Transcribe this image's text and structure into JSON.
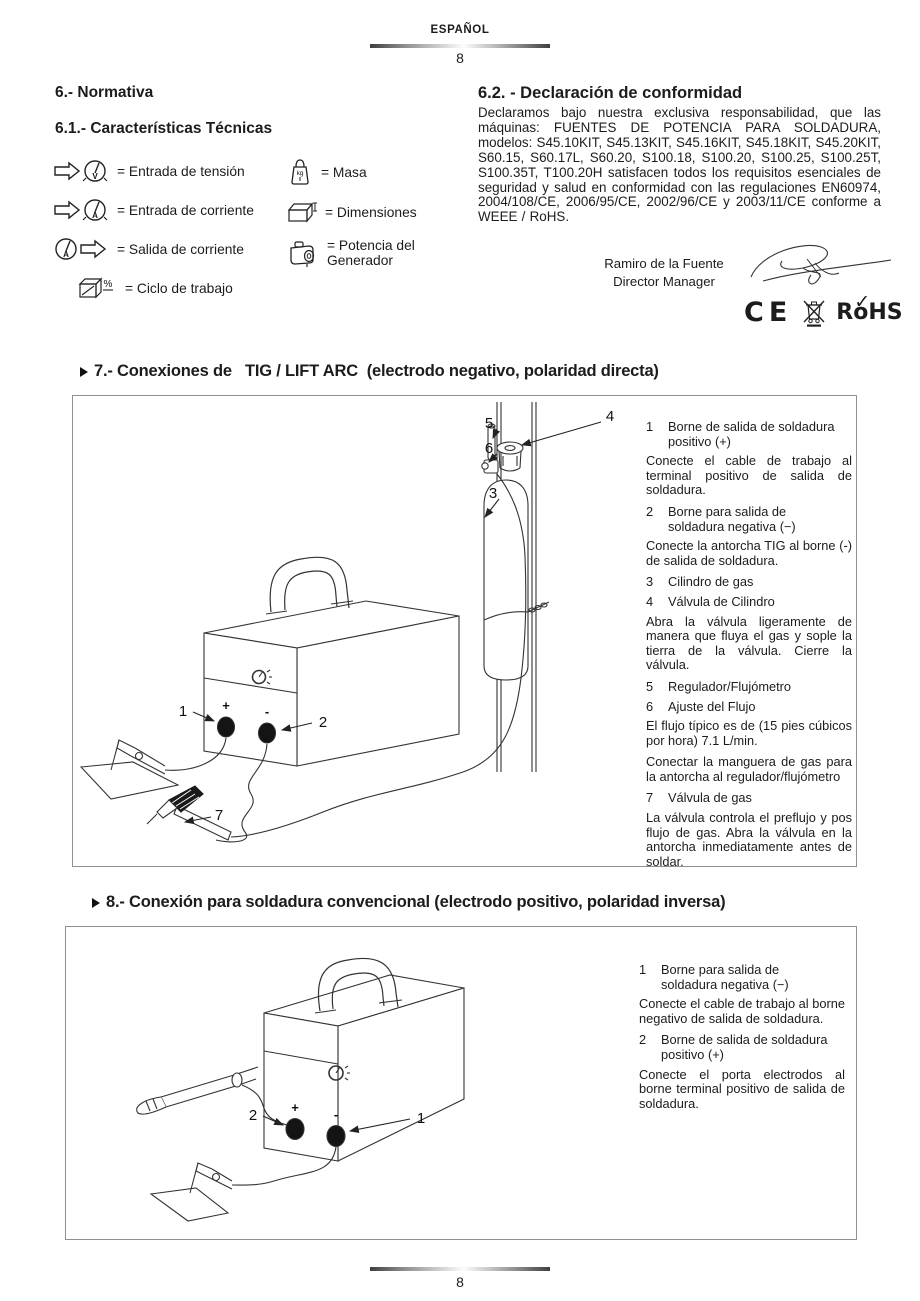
{
  "header": {
    "lang": "ESPAÑOL",
    "page_number": "8"
  },
  "footer": {
    "page_number": "8"
  },
  "normativa": {
    "title": "6.- Normativa",
    "subtitle": "6.1.- Características Técnicas",
    "symbols_left": [
      {
        "icon": "voltage-input-icon",
        "label": "= Entrada de tensión"
      },
      {
        "icon": "current-input-icon",
        "label": "= Entrada de corriente"
      },
      {
        "icon": "current-output-icon",
        "label": "= Salida de corriente"
      },
      {
        "icon": "duty-cycle-icon",
        "label": "= Ciclo de trabajo"
      }
    ],
    "symbols_right": [
      {
        "icon": "weight-icon",
        "label": "= Masa"
      },
      {
        "icon": "dimensions-icon",
        "label": "= Dimensiones"
      },
      {
        "icon": "generator-icon",
        "label": "= Potencia del Generador"
      }
    ]
  },
  "declaracion": {
    "title": "6.2. - Declaración de conformidad",
    "body": "Declaramos bajo nuestra exclusiva responsabilidad, que las máquinas: FUENTES DE POTENCIA PARA SOLDADURA, modelos: S45.10KIT, S45.13KIT, S45.16KIT, S45.18KIT, S45.20KIT, S60.15, S60.17L, S60.20, S100.18, S100.20, S100.25, S100.25T, S100.35T, T100.20H satisfacen todos los requisitos esenciales de seguridad y salud en conformidad con las regulaciones EN60974, 2004/108/CE, 2006/95/CE, 2002/96/CE y 2003/11/CE conforme a WEEE / RoHS.",
    "signer_name": "Ramiro de la Fuente",
    "signer_role": "Director Manager",
    "ce_mark": "CE",
    "rohs_mark": "RoHS",
    "rohs_check": "✓"
  },
  "section7": {
    "title": "7.- Conexiones de   TIG / LIFT ARC  (electrodo negativo, polaridad directa)",
    "labels": {
      "n1": "1",
      "n2": "2",
      "n3": "3",
      "n4": "4",
      "n5": "5",
      "n6": "6",
      "n7": "7",
      "plus": "+",
      "minus": "-"
    },
    "blocks": [
      {
        "n": "1",
        "t": "Borne de salida de soldadura positivo (+)"
      },
      {
        "t": "Conecte el cable de trabajo al terminal positivo de salida de soldadura."
      },
      {
        "n": "2",
        "t": "Borne para salida de soldadura negativa (−)"
      },
      {
        "t": "Conecte la antorcha TIG al borne (-) de salida de soldadura."
      },
      {
        "n": "3",
        "t": "Cilindro de gas"
      },
      {
        "n": "4",
        "t": "Válvula de Cilindro"
      },
      {
        "t": "Abra la válvula ligeramente de manera que fluya el gas y sople la tierra de la válvula. Cierre la válvula."
      },
      {
        "n": "5",
        "t": "Regulador/Flujómetro"
      },
      {
        "n": "6",
        "t": "Ajuste del Flujo"
      },
      {
        "t": "El flujo típico es de (15 pies cúbicos por hora) 7.1 L/min."
      },
      {
        "t": "Conectar la manguera de gas para la antorcha al regulador/flujómetro"
      },
      {
        "n": "7",
        "t": "Válvula de gas"
      },
      {
        "t": "La válvula controla el preflujo y pos flujo de gas. Abra la válvula en la antorcha inmediatamente antes de soldar."
      }
    ]
  },
  "section8": {
    "title": "8.- Conexión para soldadura convencional (electrodo positivo, polaridad inversa)",
    "labels": {
      "n1": "1",
      "n2": "2",
      "plus": "+",
      "minus": "-"
    },
    "blocks": [
      {
        "n": "1",
        "t": "Borne para salida de soldadura negativa (−)"
      },
      {
        "t": "Conecte el cable de trabajo al borne negativo de salida de soldadura."
      },
      {
        "n": "2",
        "t": "Borne de salida de soldadura positivo (+)"
      },
      {
        "t": "Conecte el porta electrodos al borne terminal positivo de salida de soldadura."
      }
    ]
  }
}
